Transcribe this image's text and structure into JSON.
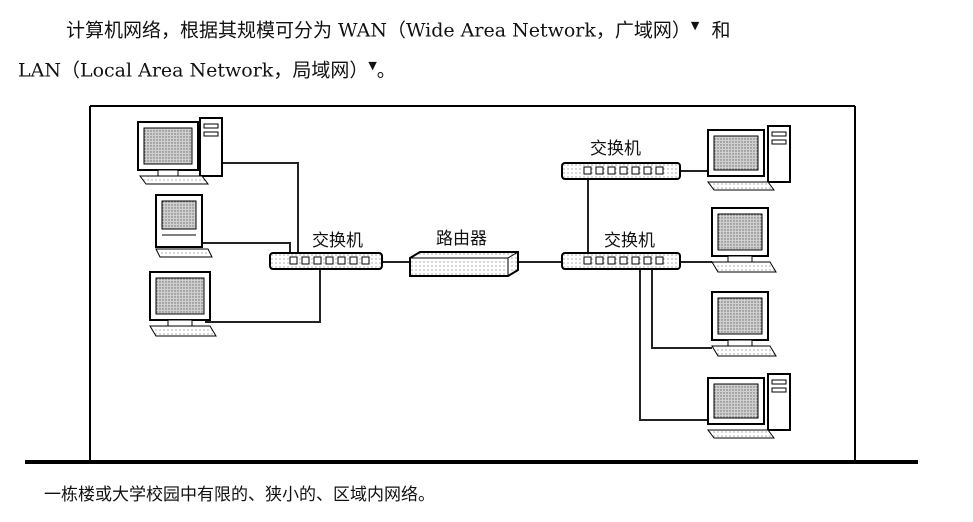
{
  "paragraph": {
    "line1": "计算机网络，根据其规模可分为 WAN（Wide Area Network，广域网）",
    "line1_tail": "和",
    "line2": "LAN（Local Area Network，局域网）",
    "line2_tail": "。",
    "marker": "▼"
  },
  "diagram": {
    "labels": {
      "switch_left": "交换机",
      "router": "路由器",
      "switch_right_top": "交换机",
      "switch_right_main": "交换机"
    }
  },
  "footnote": {
    "text": "一栋楼或大学校园中有限的、狭小的、区域内网络。"
  }
}
